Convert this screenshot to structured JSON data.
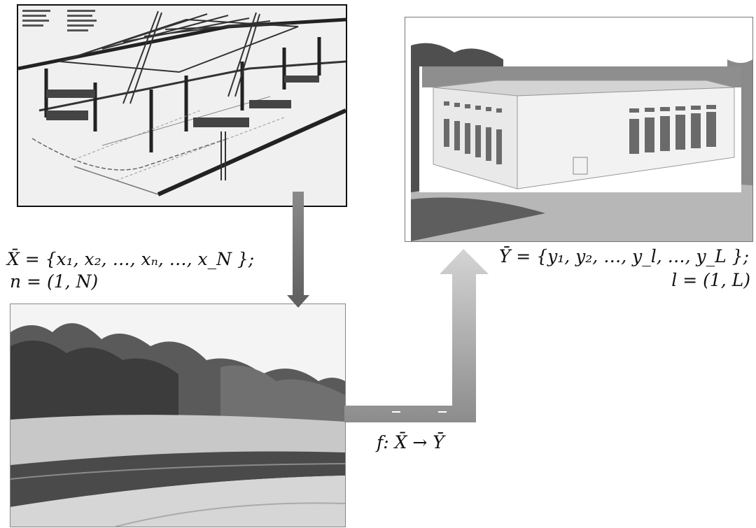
{
  "formulas": {
    "x_set": "X̄ = {x₁, x₂, …, xₙ, …, x_N };",
    "n_range": "n = (1, N)",
    "y_set": "Ȳ = {y₁, y₂, …, y_l, …, y_L };",
    "l_range": "l = (1, L)",
    "mapping": "f: X̄ → Ȳ"
  },
  "colors": {
    "arrow_dark": "#6e6e6e",
    "arrow_light": "#b9b9b9",
    "frame": "#111111"
  },
  "icons": {
    "drawing": "industrial-crane-hall-drawing",
    "render": "warehouse-building-render",
    "landscape": "river-landscape-photo"
  }
}
